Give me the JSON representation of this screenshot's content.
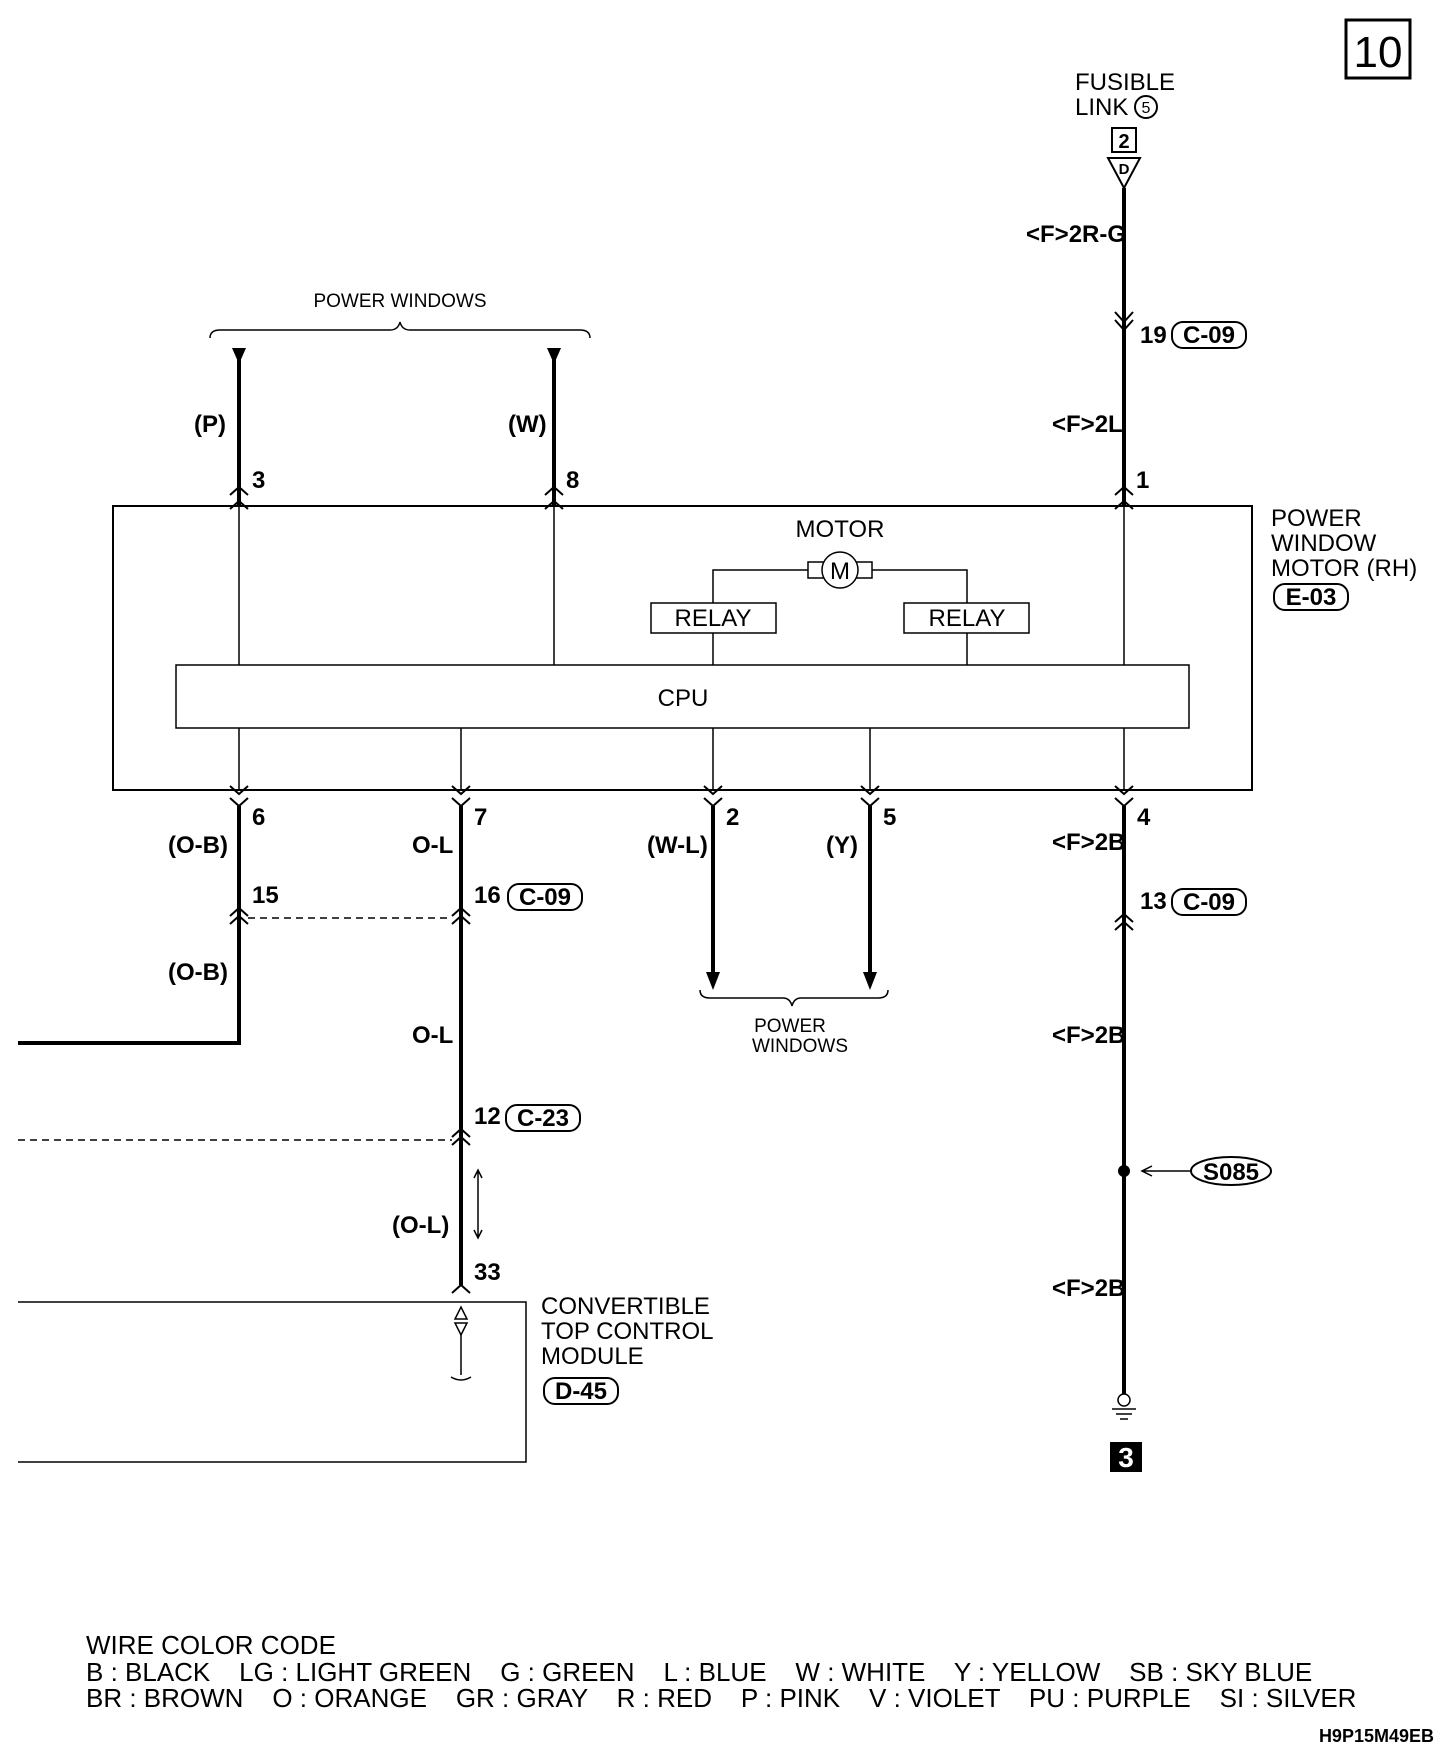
{
  "page_number": "10",
  "fusible_link": {
    "line1": "FUSIBLE",
    "line2": "LINK",
    "number": "5",
    "connector_num": "2",
    "connector_letter": "D"
  },
  "power_windows_top": "POWER WINDOWS",
  "power_windows_bottom": {
    "line1": "POWER",
    "line2": "WINDOWS"
  },
  "component": {
    "line1": "POWER",
    "line2": "WINDOW",
    "line3": "MOTOR (RH)",
    "connector": "E-03"
  },
  "internal": {
    "motor": "MOTOR",
    "motor_symbol": "M",
    "relay_left": "RELAY",
    "relay_right": "RELAY",
    "cpu": "CPU"
  },
  "top_pins": {
    "p3": "3",
    "p8": "8",
    "p1": "1"
  },
  "bottom_pins": {
    "p6": "6",
    "p7": "7",
    "p2": "2",
    "p5": "5",
    "p4": "4"
  },
  "wires": {
    "fuse_wire": "<F>2R-G",
    "pin1_wire": "<F>2L",
    "pin3_wire": "(P)",
    "pin8_wire": "(W)",
    "pin6_wire": "(O-B)",
    "pin6_lower": "(O-B)",
    "pin7_wire": "O-L",
    "pin7_mid": "O-L",
    "pin7_lower": "(O-L)",
    "pin2_wire": "(W-L)",
    "pin5_wire": "(Y)",
    "pin4_wire": "<F>2B",
    "ground_mid": "<F>2B",
    "ground_low": "<F>2B"
  },
  "connectors": {
    "c19": {
      "pin": "19",
      "id": "C-09"
    },
    "c15": {
      "pin": "15"
    },
    "c16": {
      "pin": "16",
      "id": "C-09"
    },
    "c13": {
      "pin": "13",
      "id": "C-09"
    },
    "c12": {
      "pin": "12",
      "id": "C-23"
    },
    "c33": {
      "pin": "33"
    }
  },
  "splice": "S085",
  "ground_ref": "3",
  "module": {
    "line1": "CONVERTIBLE",
    "line2": "TOP CONTROL",
    "line3": "MODULE",
    "connector": "D-45"
  },
  "wire_color_code": {
    "title": "WIRE COLOR CODE",
    "row1": "B : BLACK    LG : LIGHT GREEN    G : GREEN    L : BLUE    W : WHITE    Y : YELLOW    SB : SKY BLUE",
    "row2": "BR : BROWN    O : ORANGE    GR : GRAY    R : RED    P : PINK    V : VIOLET    PU : PURPLE    SI : SILVER"
  },
  "diagram_code": "H9P15M49EB"
}
